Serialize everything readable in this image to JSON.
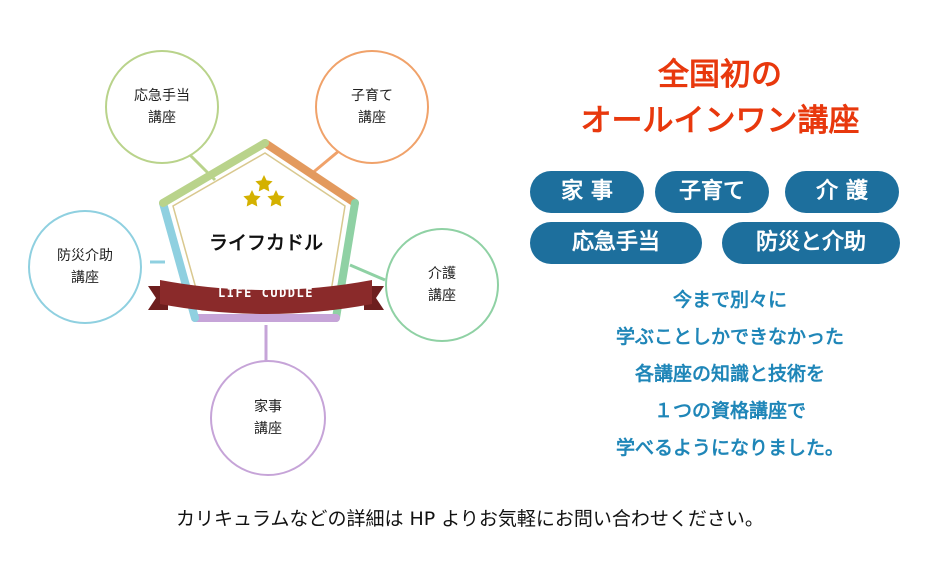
{
  "diagram": {
    "center_label": "ライフカドル",
    "ribbon_label": "LIFE CUDDLE",
    "courses": [
      {
        "line1": "応急手当",
        "line2": "講座",
        "color": "#b9d38b"
      },
      {
        "line1": "子育て",
        "line2": "講座",
        "color": "#f0a26a"
      },
      {
        "line1": "介護",
        "line2": "講座",
        "color": "#8fd1a4"
      },
      {
        "line1": "家事",
        "line2": "講座",
        "color": "#c6a4d8"
      },
      {
        "line1": "防災介助",
        "line2": "講座",
        "color": "#8fd0e0"
      }
    ],
    "star_color": "#d4b100",
    "ribbon_color": "#8a2a2a"
  },
  "headline": {
    "line1": "全国初の",
    "line2": "オールインワン講座",
    "color": "#e8380d"
  },
  "pills": [
    "家 事",
    "子育て",
    "介 護",
    "応急手当",
    "防災と介助"
  ],
  "pill_color": "#1d6f9d",
  "description": [
    "今まで別々に",
    "学ぶことしかできなかった",
    "各講座の知識と技術を",
    "１つの資格講座で",
    "学べるようになりました。"
  ],
  "description_color": "#1f86b8",
  "footer": "カリキュラムなどの詳細は HP よりお気軽にお問い合わせください。"
}
